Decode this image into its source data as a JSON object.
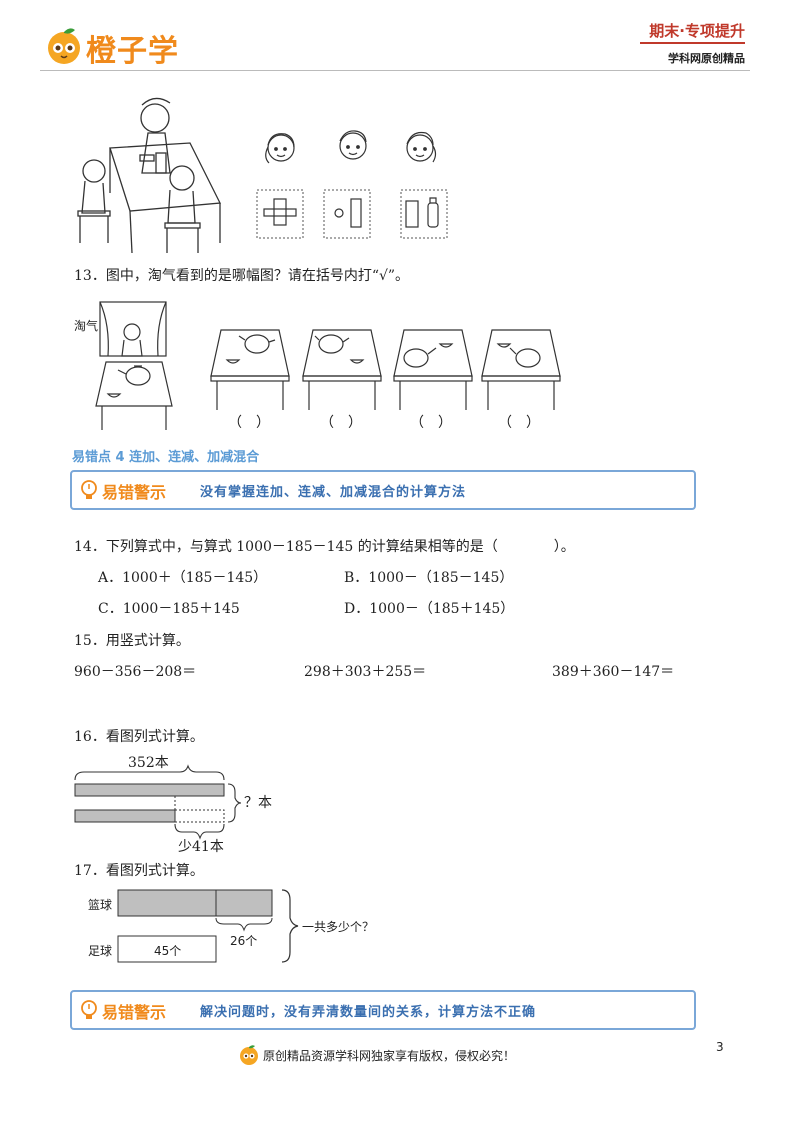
{
  "header": {
    "logo_text": "橙子学",
    "title": "期末·专项提升",
    "subtitle": "学科网原创精品"
  },
  "q13": {
    "text": "13．图中，淘气看到的是哪幅图？请在括号内打“√”。",
    "label": "淘气",
    "brackets": [
      "（　）",
      "（　）",
      "（　）",
      "（　）"
    ]
  },
  "section4": {
    "title": "易错点 4  连加、连减、加减混合",
    "warn_title": "易错警示",
    "warn_text": "没有掌握连加、连减、加减混合的计算方法"
  },
  "q14": {
    "text": "14．下列算式中，与算式 1000－185－145 的计算结果相等的是（　　　　）。",
    "options": {
      "a": "A．1000＋（185－145）",
      "b": "B．1000－（185－145）",
      "c": "C．1000－185＋145",
      "d": "D．1000－（185＋145）"
    }
  },
  "q15": {
    "text": "15．用竖式计算。",
    "exprs": [
      "960－356－208＝",
      "298＋303＋255＝",
      "389＋360－147＝"
    ]
  },
  "q16": {
    "text": "16．看图列式计算。",
    "top_label": "352本",
    "right_label": "？本",
    "bottom_label": "少41本"
  },
  "q17": {
    "text": "17．看图列式计算。",
    "row1_label": "篮球",
    "row2_label": "足球",
    "row2_value": "45个",
    "extra_label": "26个",
    "question": "一共多少个？"
  },
  "warn2": {
    "warn_title": "易错警示",
    "warn_text": "解决问题时，没有弄清数量间的关系，计算方法不正确"
  },
  "page_number": "3",
  "footer": {
    "text": "原创精品资源学科网独家享有版权，侵权必究！"
  }
}
